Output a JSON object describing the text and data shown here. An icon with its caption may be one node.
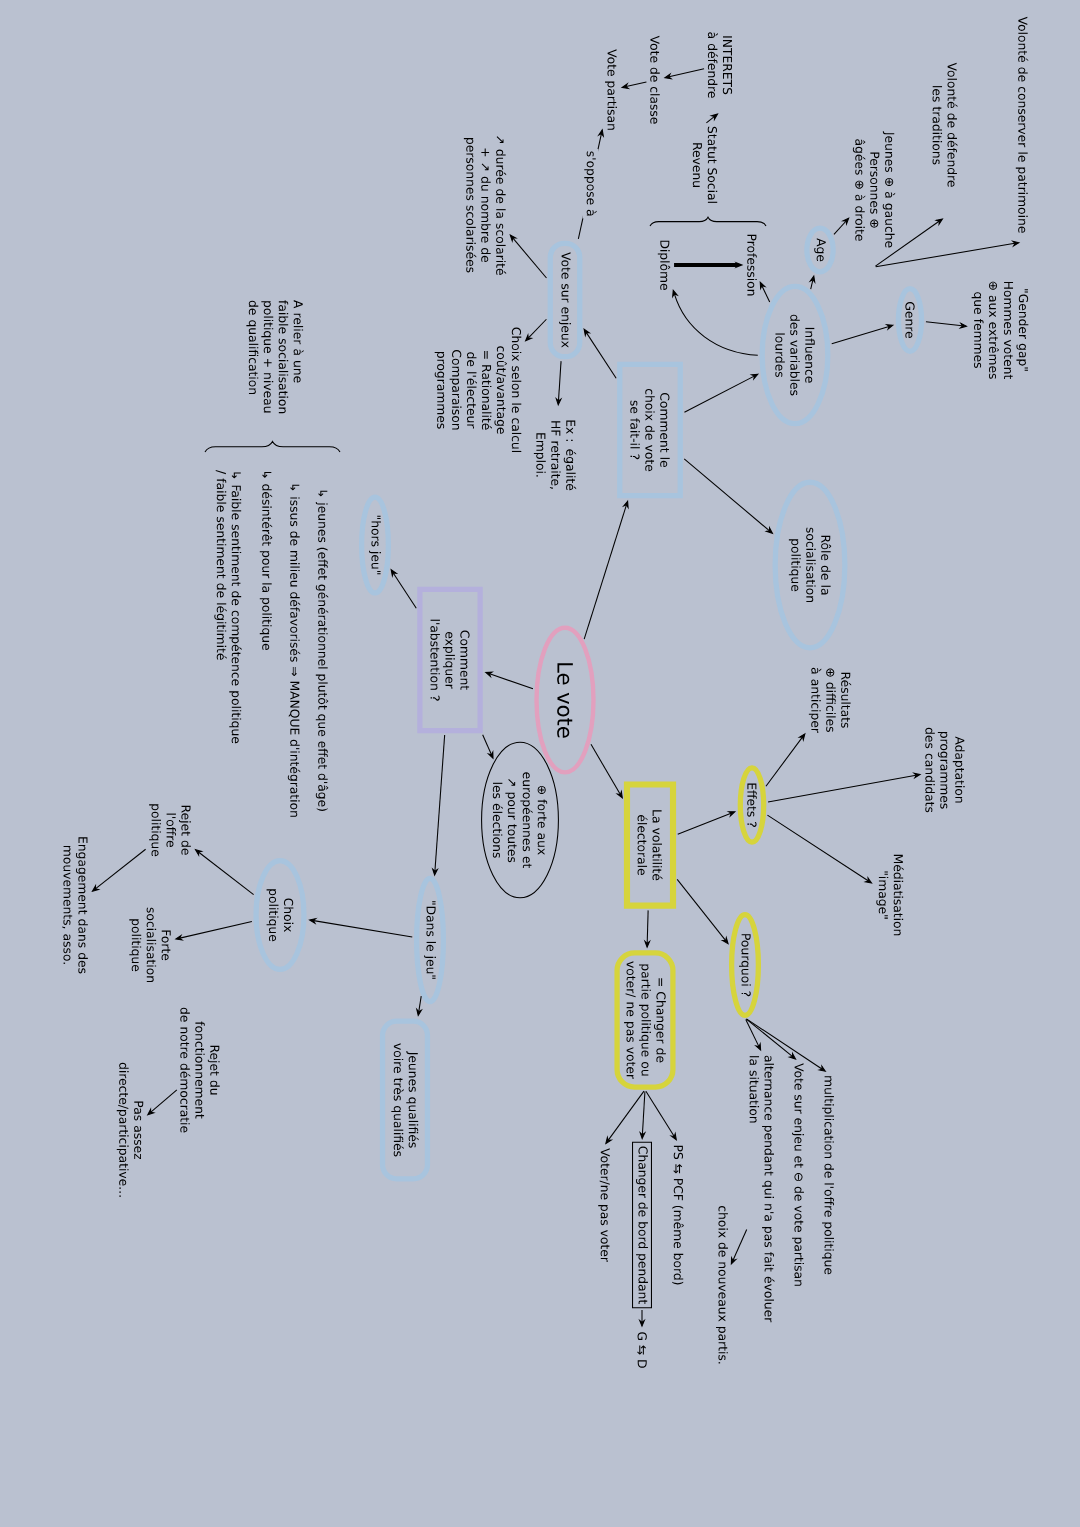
{
  "diagram": {
    "nodes": [
      {
        "text": [
          "Le vote"
        ]
      },
      {
        "text": [
          "Comment le choix de vote se fait-il ?"
        ]
      },
      {
        "text": [
          "Rôle de la socialisation politique"
        ]
      },
      {
        "text": [
          "Influence des variables lourdes"
        ]
      },
      {
        "text": [
          "Genre"
        ]
      },
      {
        "text": [
          "\"Gender gap\" Hommes votent ⊕ aux extrêmes que femmes"
        ]
      },
      {
        "text": [
          "Age"
        ]
      },
      {
        "text": [
          "Jeunes ⊕ à gauche",
          "Personnes ⊕ âgées ⊕ à droite"
        ]
      },
      {
        "text": [
          "Volonté de conserver le patrimoine"
        ]
      },
      {
        "text": [
          "Volonté de défendre les traditions"
        ]
      },
      {
        "text": [
          "Profession"
        ]
      },
      {
        "text": [
          "Diplôme"
        ]
      },
      {
        "text": [
          "Statut Social",
          "Revenu"
        ]
      },
      {
        "text": [
          "INTERETS à défendre"
        ]
      },
      {
        "text": [
          "Vote de classe"
        ]
      },
      {
        "text": [
          "Vote partisan"
        ]
      },
      {
        "text": [
          "Vote sur enjeux"
        ]
      },
      {
        "text": [
          "↗ durée de la scolarité + ↗ du nombre de personnes scolarisées"
        ]
      },
      {
        "text": [
          "Choix selon le calcul coût/avantage = Rationalité de l'électeur Comparaison programmes"
        ]
      },
      {
        "text": [
          "Ex : égalité HF retraite, Emploi."
        ]
      },
      {
        "text": [
          "Comment expliquer l'abstention ?"
        ]
      },
      {
        "text": [
          "⊕ forte aux européennes et ↗ pour toutes les élections"
        ]
      },
      {
        "text": [
          "\"hors jeu\""
        ]
      },
      {
        "text": [
          "\"Dans le jeu\""
        ]
      },
      {
        "text": [
          "Choix politique"
        ]
      },
      {
        "text": [
          "Jeunes qualifiés voire très qualifiés"
        ]
      },
      {
        "text": [
          "Rejet de l'offre politique"
        ]
      },
      {
        "text": [
          "Engagement dans des mouvements, asso."
        ]
      },
      {
        "text": [
          "Forte socialisation politique"
        ]
      },
      {
        "text": [
          "Rejet du fonctionnement de notre démocratie"
        ]
      },
      {
        "text": [
          "Pas assez directe/participative..."
        ]
      },
      {
        "text": [
          "La volatilité électorale"
        ]
      },
      {
        "text": [
          "Effets ?"
        ]
      },
      {
        "text": [
          "Résultats ⊕ difficiles à anticiper"
        ]
      },
      {
        "text": [
          "Adaptation programmes des candidats"
        ]
      },
      {
        "text": [
          "Médiatisation \"image\""
        ]
      },
      {
        "text": [
          "Pourquoi ?"
        ]
      },
      {
        "text": [
          "multiplication de l'offre politique"
        ]
      },
      {
        "text": [
          "Vote sur enjeu et ⊖ de vote partisan"
        ]
      },
      {
        "text": [
          "alternance pendant qui n'a pas fait évoluer la situation"
        ]
      },
      {
        "text": [
          "choix de nouveaux partis."
        ]
      },
      {
        "text": [
          "= Changer de partie politique ou voter/ ne pas voter"
        ]
      },
      {
        "text": [
          "PS ⇆ PCF (même bord)"
        ]
      },
      {
        "text": [
          "Changer de bord pendant"
        ]
      },
      {
        "text": [
          "G ⇆ D"
        ]
      },
      {
        "text": [
          "Voter/ne pas voter"
        ]
      }
    ],
    "edges": [
      {
        "from": 0,
        "to": 1,
        "arrow": "to"
      },
      {
        "from": 0,
        "to": 20,
        "arrow": "to"
      },
      {
        "from": 0,
        "to": 31,
        "arrow": "to"
      },
      {
        "from": 1,
        "to": 2,
        "arrow": "to"
      },
      {
        "from": 1,
        "to": 3,
        "arrow": "to"
      },
      {
        "from": 1,
        "to": 16,
        "arrow": "to"
      },
      {
        "from": 3,
        "to": 4,
        "arrow": "to"
      },
      {
        "from": 3,
        "to": 6,
        "arrow": "to"
      },
      {
        "from": 3,
        "to": 10,
        "arrow": "to"
      },
      {
        "from": 3,
        "to": 11,
        "arrow": "to"
      },
      {
        "from": 4,
        "to": 5,
        "arrow": "to"
      },
      {
        "from": 6,
        "to": 7,
        "arrow": "to"
      },
      {
        "from": 7,
        "to": 8,
        "arrow": "to"
      },
      {
        "from": 7,
        "to": 9,
        "arrow": "to"
      },
      {
        "from": 11,
        "to": 10,
        "arrow": "to",
        "style": "thick"
      },
      {
        "from": 12,
        "to": 13,
        "arrow": "to"
      },
      {
        "from": 13,
        "to": 14,
        "arrow": "to"
      },
      {
        "from": 14,
        "to": 15,
        "arrow": "to"
      },
      {
        "from": 16,
        "to": 15,
        "arrow": "to",
        "label": "s'oppose à"
      },
      {
        "from": 16,
        "to": 17,
        "arrow": "to"
      },
      {
        "from": 16,
        "to": 18,
        "arrow": "to"
      },
      {
        "from": 16,
        "to": 19,
        "arrow": "to"
      },
      {
        "from": 20,
        "to": 21,
        "arrow": "to"
      },
      {
        "from": 20,
        "to": 22,
        "arrow": "to"
      },
      {
        "from": 20,
        "to": 23,
        "arrow": "to"
      },
      {
        "from": 23,
        "to": 24,
        "arrow": "to"
      },
      {
        "from": 23,
        "to": 25,
        "arrow": "to"
      },
      {
        "from": 24,
        "to": 26,
        "arrow": "to"
      },
      {
        "from": 24,
        "to": 28,
        "arrow": "to"
      },
      {
        "from": 26,
        "to": 27,
        "arrow": "to"
      },
      {
        "from": 29,
        "to": 30,
        "arrow": "to"
      },
      {
        "from": 31,
        "to": 32,
        "arrow": "to"
      },
      {
        "from": 31,
        "to": 36,
        "arrow": "to"
      },
      {
        "from": 31,
        "to": 41,
        "arrow": "to"
      },
      {
        "from": 32,
        "to": 33,
        "arrow": "to"
      },
      {
        "from": 32,
        "to": 34,
        "arrow": "to"
      },
      {
        "from": 32,
        "to": 35,
        "arrow": "to"
      },
      {
        "from": 36,
        "to": 37,
        "arrow": "to"
      },
      {
        "from": 36,
        "to": 38,
        "arrow": "to"
      },
      {
        "from": 36,
        "to": 39,
        "arrow": "to"
      },
      {
        "from": 39,
        "to": 40,
        "arrow": "to"
      },
      {
        "from": 41,
        "to": 42,
        "arrow": "to"
      },
      {
        "from": 41,
        "to": 43,
        "arrow": "to"
      },
      {
        "from": 41,
        "to": 45,
        "arrow": "to"
      },
      {
        "from": 43,
        "to": 44,
        "arrow": "to"
      }
    ],
    "labels": [
      "A relier à une faible socialisation politique + niveau de qualification",
      "↳ jeunes (effet générationnel plutôt que effet d'âge)",
      "↳ issus de milieu défavorisés ⇒ MANQUE d'intégration",
      "↳ désintérêt pour la politique",
      "↳ Faible sentiment de compétence politique / faible sentiment de légitimité"
    ]
  }
}
